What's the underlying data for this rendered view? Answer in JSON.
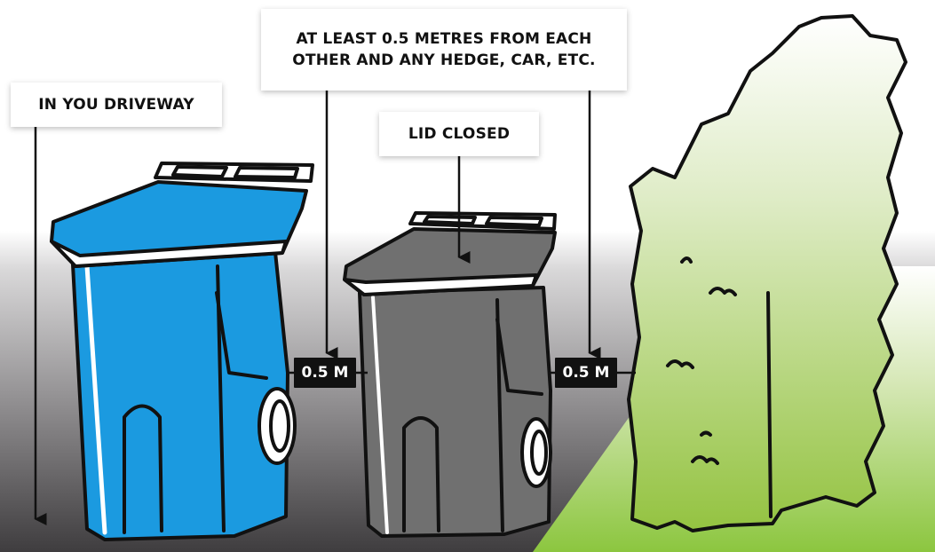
{
  "labels": {
    "driveway": "IN YOU DRIVEWAY",
    "spacing_line1": "AT LEAST 0.5 METRES FROM EACH",
    "spacing_line2": "OTHER AND ANY HEDGE, CAR, ETC.",
    "lid": "LID CLOSED"
  },
  "distances": {
    "bin_to_bin": "0.5 M",
    "bin_to_hedge": "0.5 M"
  },
  "colors": {
    "blue_bin": "#1b9ae0",
    "grey_bin": "#707070",
    "driveway_dark": "#3f3d3f",
    "driveway_light": "#ffffff",
    "lawn": "#8cc63f",
    "hedge_green": "#9cc34a"
  },
  "objects": {
    "left_bin": "blue recycling cart",
    "right_bin": "grey garbage cart",
    "hedge": "hedge"
  }
}
